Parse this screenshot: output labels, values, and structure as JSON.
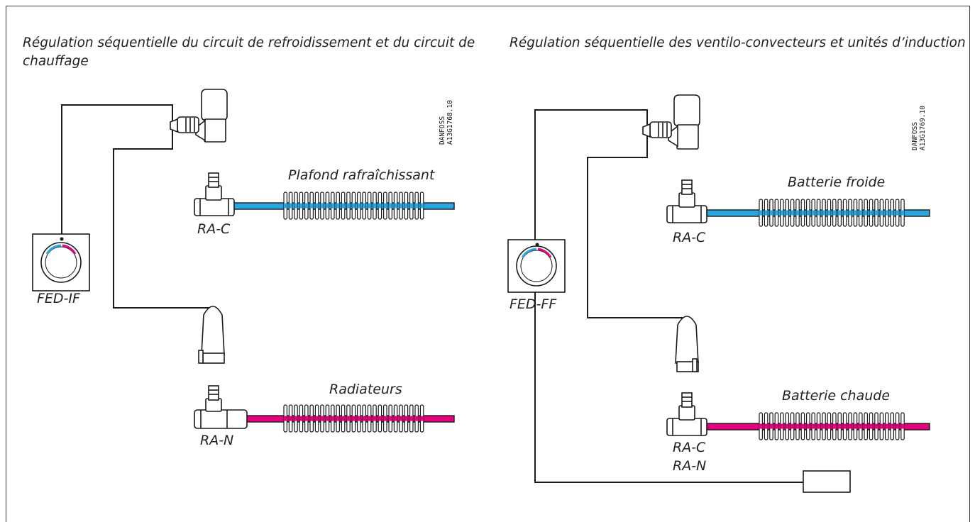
{
  "left_panel": {
    "title": "Régulation séquentielle du circuit de refroidissement et du circuit de chauffage",
    "code_line1": "DANFOSS",
    "code_line2": "A13G1768.10",
    "thermostat_label": "FED-IF",
    "cooling_label": "Plafond rafraîchissant",
    "cooling_valve": "RA-C",
    "heating_label": "Radiateurs",
    "heating_valve": "RA-N"
  },
  "right_panel": {
    "title": "Régulation séquentielle des ventilo-convecteurs et unités d’induction",
    "code_line1": "DANFOSS",
    "code_line2": "A13G1769.10",
    "thermostat_label": "FED-FF",
    "cooling_label": "Batterie froide",
    "cooling_valve": "RA-C",
    "heating_label": "Batterie chaude",
    "heating_valve_1": "RA-C",
    "heating_valve_2": "RA-N"
  },
  "colors": {
    "cooling": "#2aa7e0",
    "heating": "#e5007e",
    "line": "#1a1a1a"
  }
}
